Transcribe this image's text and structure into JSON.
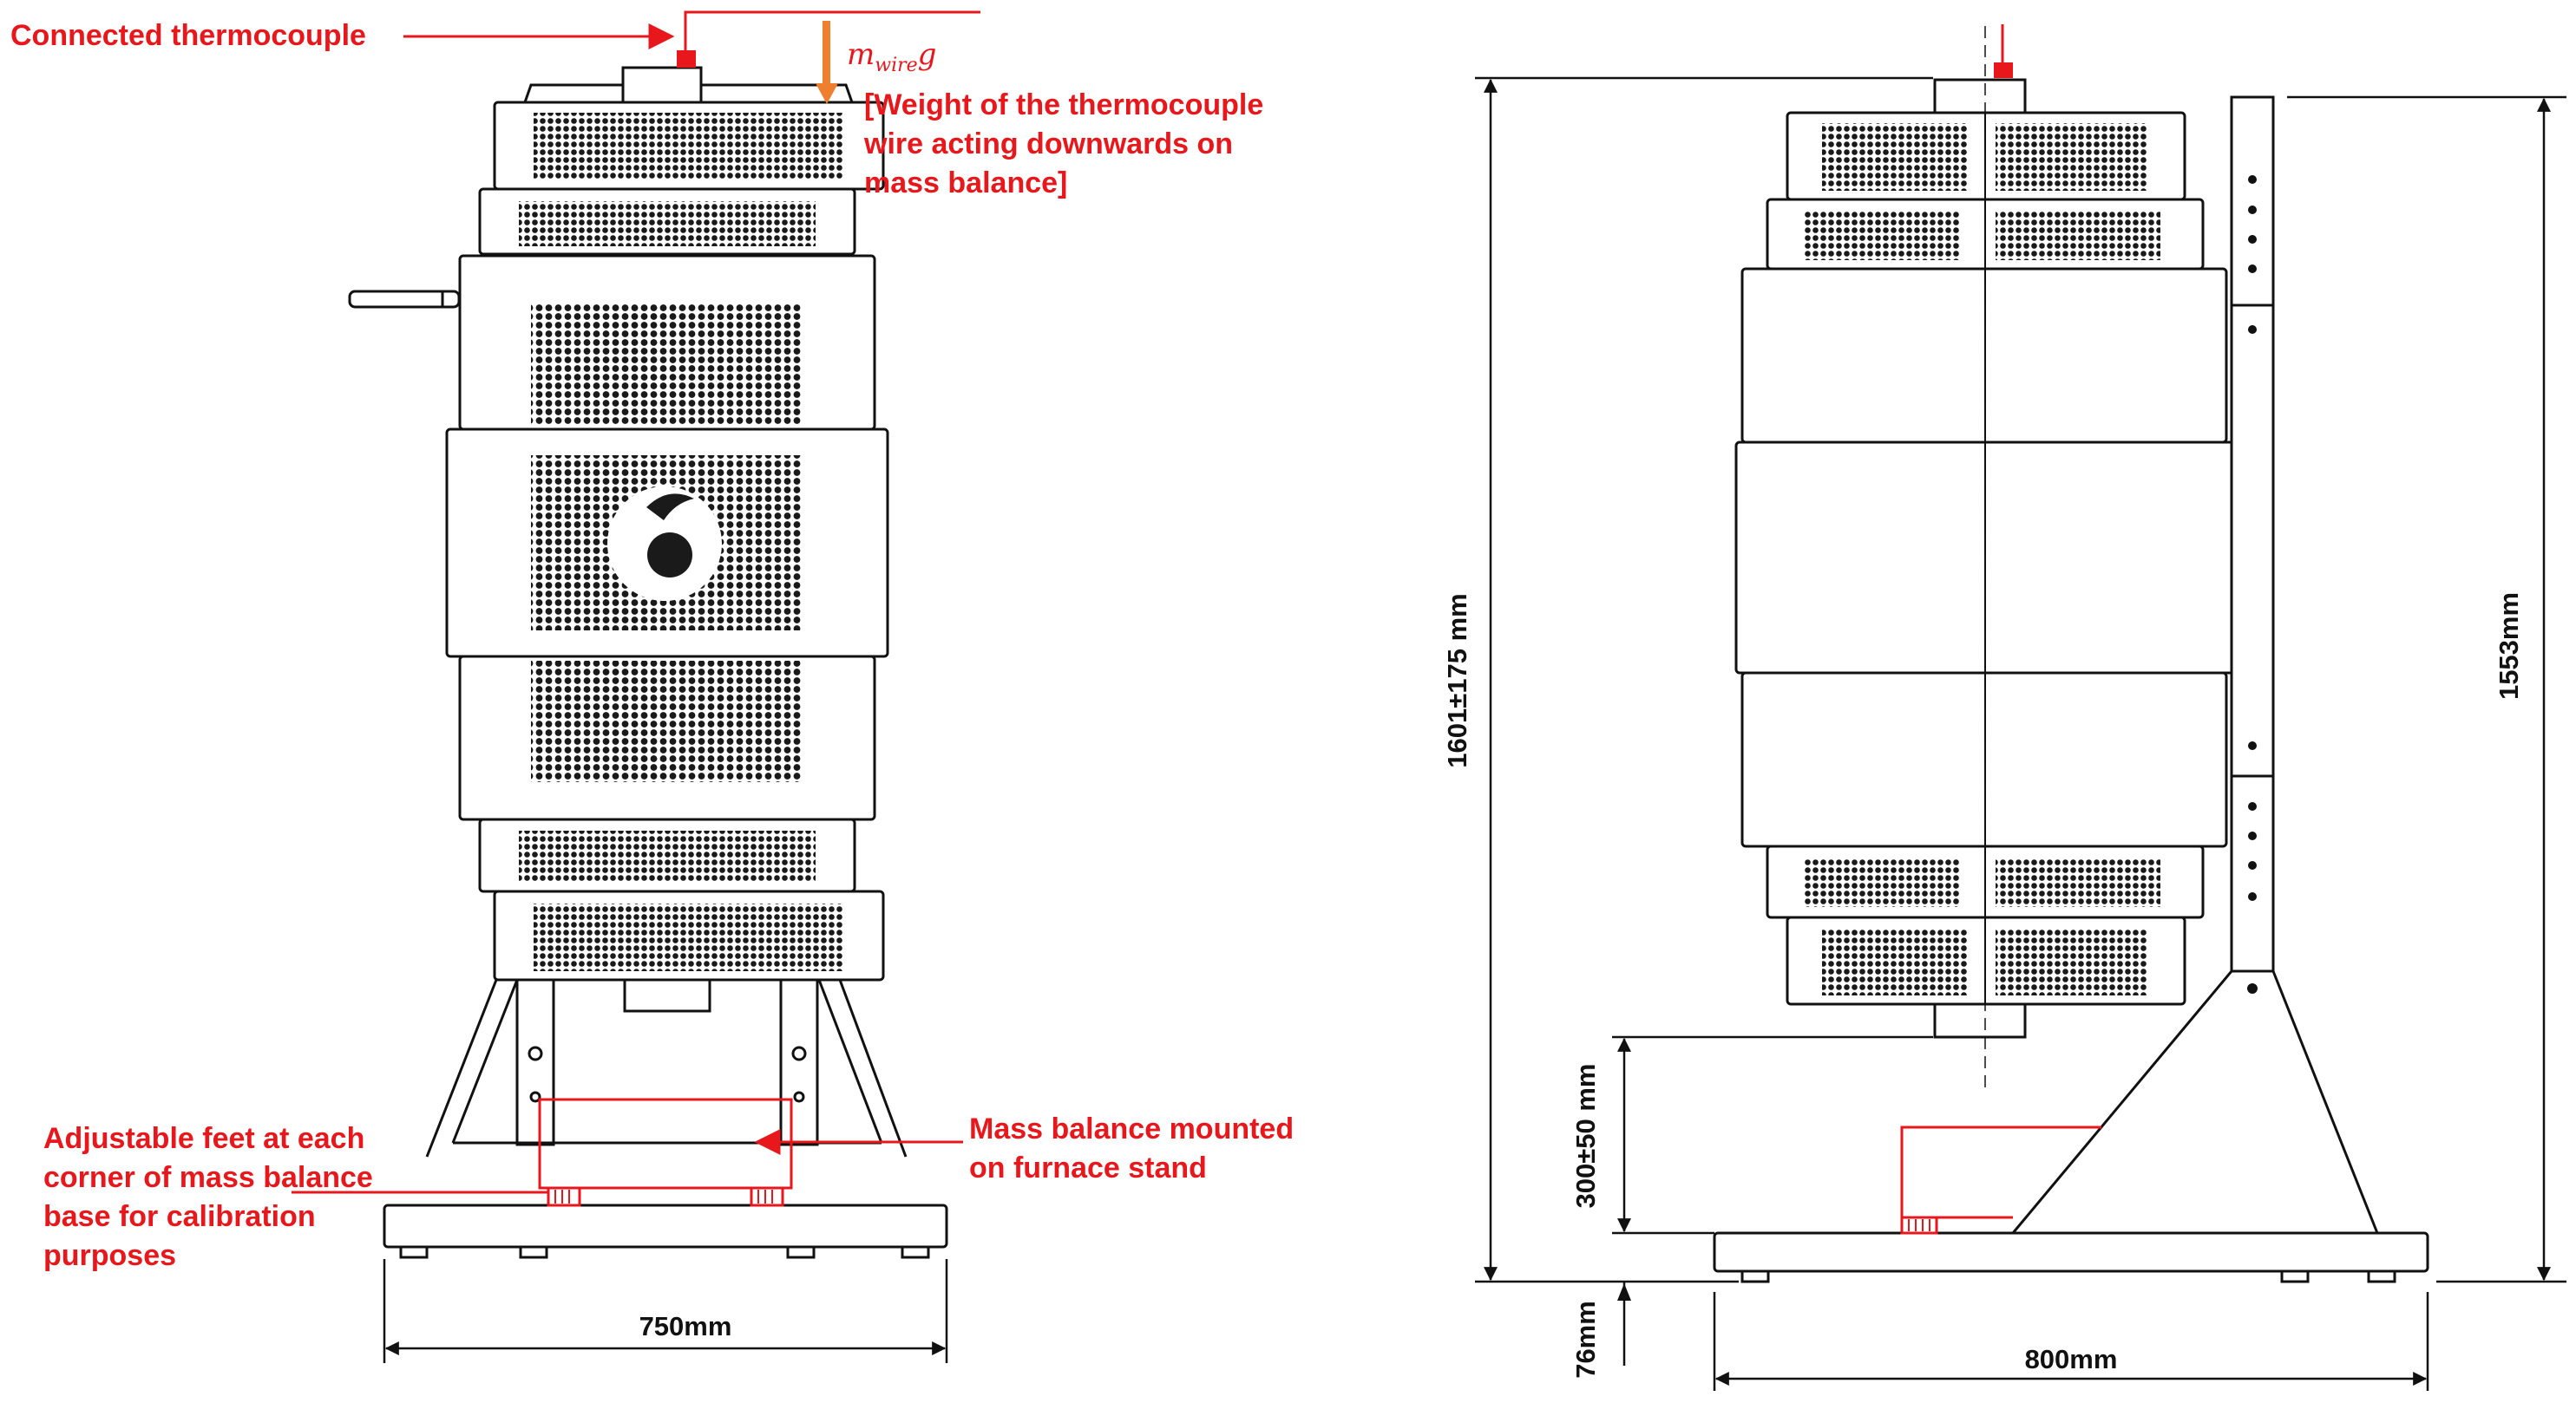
{
  "colors": {
    "annotation": "#e8171c",
    "weight_arrow": "#ee7f2f",
    "drawing": "#111111",
    "grille": "#1a1a1a",
    "background": "#ffffff"
  },
  "front_view": {
    "labels": {
      "thermocouple": "Connected thermocouple",
      "wire_weight_symbol": "m",
      "wire_weight_subscript": "wire",
      "wire_weight_g": "g",
      "wire_weight_line1": "[Weight of the thermocouple",
      "wire_weight_line2": "wire acting downwards on",
      "wire_weight_line3": "mass balance]",
      "feet_line1": "Adjustable feet at each",
      "feet_line2": "corner of mass balance",
      "feet_line3": "base for calibration",
      "feet_line4": "purposes",
      "balance_line1": "Mass balance mounted",
      "balance_line2": "on furnace stand"
    },
    "width_dimension": "750mm",
    "logo_icon": "swirl-logo-icon"
  },
  "side_view": {
    "overall_height": "1601±175 mm",
    "stand_height": "1553mm",
    "balance_gap": "300±50 mm",
    "foot_height": "76mm",
    "width_dimension": "800mm"
  }
}
